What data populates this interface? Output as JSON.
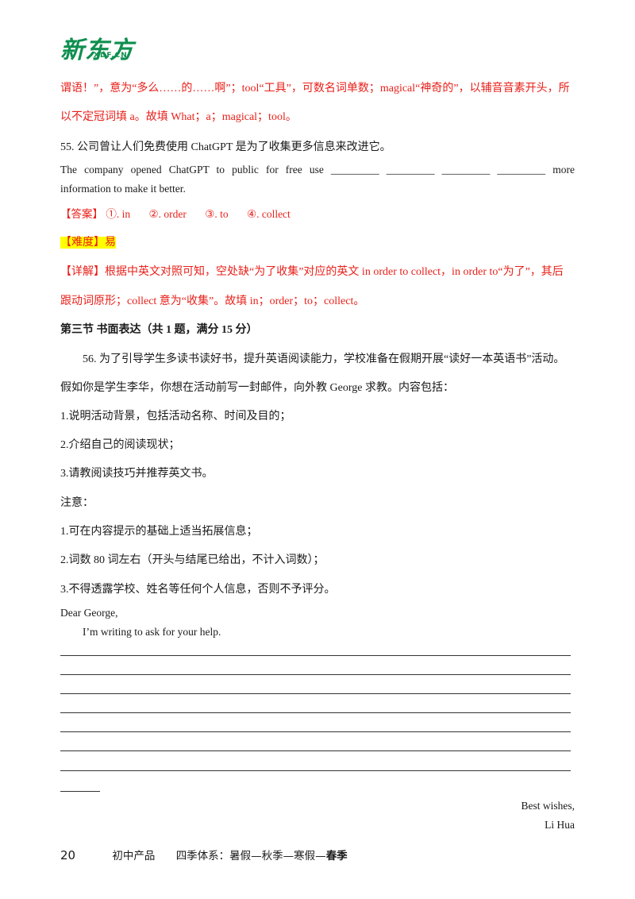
{
  "header": {
    "logo_cn": "新东方",
    "logo_en": "XDF.CN"
  },
  "q54_tail": {
    "line1": "谓语！”，意为“多么……的……啊”；tool“工具”，可数名词单数；magical“神奇的”，以辅音音素开头，所",
    "line2": "以不定冠词填 a。故填 What；a；magical；tool。"
  },
  "q55": {
    "prompt": "55.  公司曾让人们免费使用 ChatGPT 是为了收集更多信息来改进它。",
    "en_line1": "The company opened ChatGPT to public for free use _________ _________ _________ _________ more",
    "en_line2": "information to make it better.",
    "answer_label": "【答案】",
    "answers": [
      "①. in",
      "②. order",
      "③. to",
      "④. collect"
    ],
    "difficulty_label": "【难度】",
    "difficulty": "易",
    "explain_line1": "【详解】根据中英文对照可知，空处缺“为了收集”对应的英文 in order to collect，in order to“为了”，其后",
    "explain_line2": "跟动词原形；collect 意为“收集”。故填 in；order；to；collect。"
  },
  "section3": {
    "title": "第三节  书面表达（共 1 题，满分 15 分）",
    "q56_line1": "56.  为了引导学生多读书读好书，提升英语阅读能力，学校准备在假期开展“读好一本英语书”活动。",
    "q56_line2": "假如你是学生李华，你想在活动前写一封邮件，向外教 George 求教。内容包括：",
    "points": [
      "1.说明活动背景，包括活动名称、时间及目的；",
      "2.介绍自己的阅读现状；",
      "3.请教阅读技巧并推荐英文书。"
    ],
    "note_label": "注意：",
    "notes": [
      "1.可在内容提示的基础上适当拓展信息；",
      "2.词数 80 词左右（开头与结尾已给出，不计入词数）；",
      "3.不得透露学校、姓名等任何个人信息，否则不予评分。"
    ],
    "greeting": "Dear George,",
    "opening": "I’m writing to ask for your help.",
    "closing": "Best wishes,",
    "signature": "Li Hua"
  },
  "footer": {
    "page": "20",
    "product": "初中产品",
    "system": "四季体系：暑假—秋季—寒假—",
    "season": "春季"
  }
}
